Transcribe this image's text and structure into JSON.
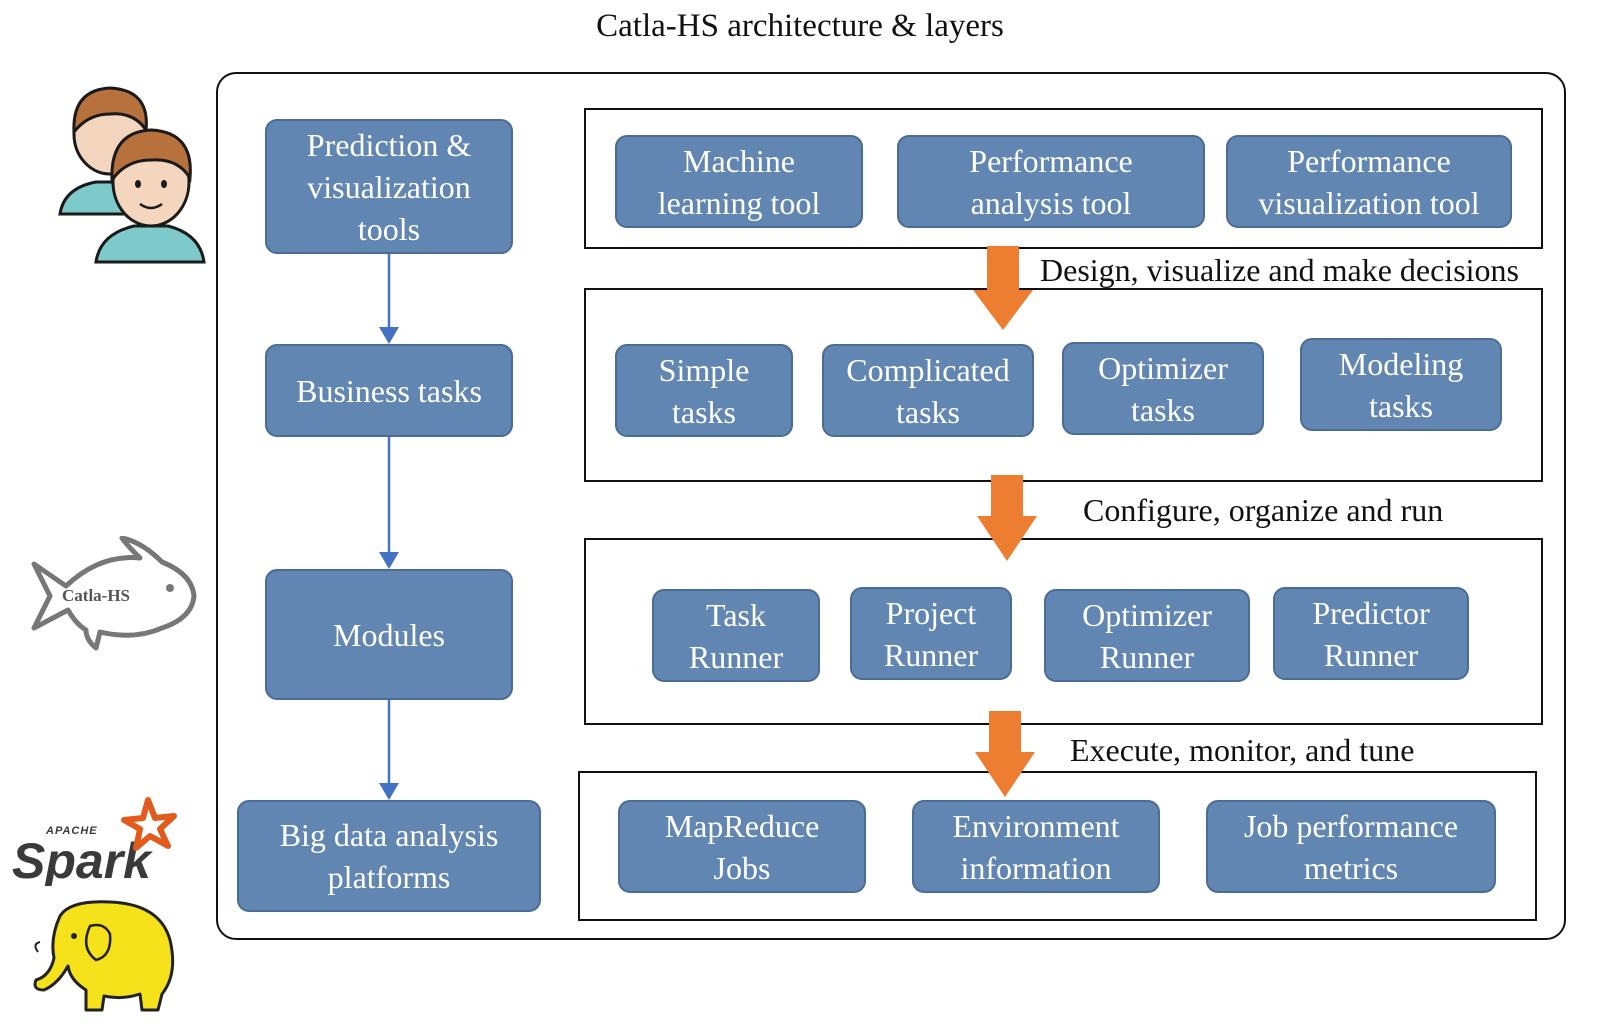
{
  "title": "Catla-HS architecture & layers",
  "left_column": [
    "Prediction &\nvisualization\ntools",
    "Business tasks",
    "Modules",
    "Big data analysis\nplatforms"
  ],
  "layer_tools": [
    "Machine\nlearning tool",
    "Performance\nanalysis tool",
    "Performance\nvisualization tool"
  ],
  "layer_tasks": [
    "Simple\ntasks",
    "Complicated\ntasks",
    "Optimizer\ntasks",
    "Modeling\ntasks"
  ],
  "layer_runners": [
    "Task\nRunner",
    "Project\nRunner",
    "Optimizer\nRunner",
    "Predictor\nRunner"
  ],
  "layer_platforms": [
    "MapReduce\nJobs",
    "Environment\ninformation",
    "Job performance\nmetrics"
  ],
  "edge_labels": [
    "Design, visualize and make decisions",
    "Configure, organize and run",
    "Execute, monitor, and tune"
  ],
  "logos": {
    "fish_text": "Catla-HS",
    "spark_apache": "APACHE",
    "spark_word": "Spark"
  },
  "colors": {
    "node_fill": "#6286b2",
    "node_border": "#4a6c95",
    "flow_arrow": "#4472c4",
    "layer_arrow": "#ed7d31"
  }
}
